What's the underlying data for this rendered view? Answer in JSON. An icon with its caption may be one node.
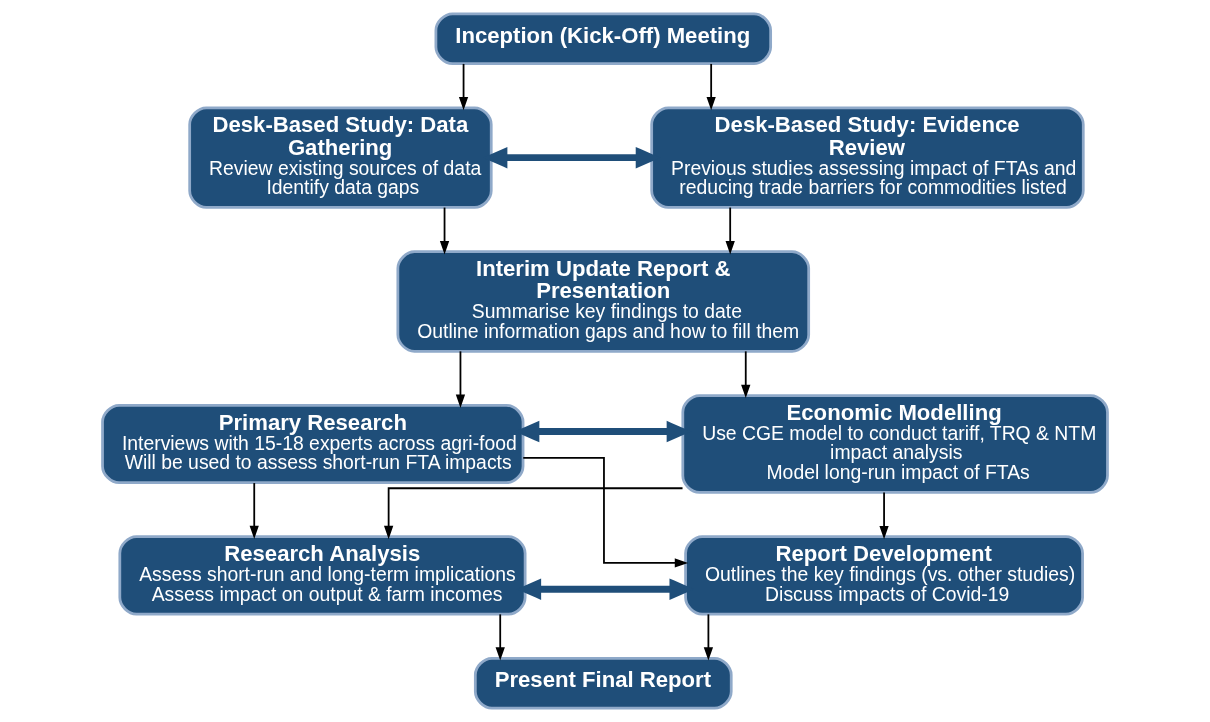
{
  "diagram": {
    "nodes": [
      {
        "text": [
          "Inception (Kick-Off) Meeting"
        ]
      },
      {
        "text": [
          "Desk-Based Study: Data Gathering",
          "Review existing sources of data",
          "Identify data gaps"
        ]
      },
      {
        "text": [
          "Desk-Based Study: Evidence Review",
          "Previous studies assessing impact of FTAs and reducing trade barriers for commodities listed"
        ]
      },
      {
        "text": [
          "Interim Update Report & Presentation",
          "Summarise key findings to date",
          "Outline information gaps and how to fill them"
        ]
      },
      {
        "text": [
          "Primary Research",
          "Interviews with 15-18 experts across agri-food",
          "Will be used to assess short-run FTA impacts"
        ]
      },
      {
        "text": [
          "Economic Modelling",
          "Use CGE model to conduct tariff, TRQ & NTM impact analysis",
          "Model long-run impact of FTAs"
        ]
      },
      {
        "text": [
          "Research Analysis",
          "Assess short-run and long-term implications",
          "Assess impact on output & farm incomes"
        ]
      },
      {
        "text": [
          "Report Development",
          "Outlines the key findings (vs. other studies)",
          "Discuss impacts of Covid-19"
        ]
      },
      {
        "text": [
          "Present Final Report"
        ]
      }
    ],
    "edges": [
      {
        "from": 0,
        "to": 1,
        "arrow": "to"
      },
      {
        "from": 0,
        "to": 2,
        "arrow": "to"
      },
      {
        "from": 1,
        "to": 2,
        "arrow": "both",
        "style": "thick",
        "color": "#1f4e79"
      },
      {
        "from": 1,
        "to": 3,
        "arrow": "to"
      },
      {
        "from": 2,
        "to": 3,
        "arrow": "to"
      },
      {
        "from": 3,
        "to": 4,
        "arrow": "to"
      },
      {
        "from": 3,
        "to": 5,
        "arrow": "to"
      },
      {
        "from": 4,
        "to": 5,
        "arrow": "both",
        "style": "thick",
        "color": "#1f4e79"
      },
      {
        "from": 4,
        "to": 6,
        "arrow": "to"
      },
      {
        "from": 4,
        "to": 7,
        "arrow": "to"
      },
      {
        "from": 5,
        "to": 6,
        "arrow": "to"
      },
      {
        "from": 5,
        "to": 7,
        "arrow": "to"
      },
      {
        "from": 6,
        "to": 7,
        "arrow": "both",
        "style": "thick",
        "color": "#1f4e79"
      },
      {
        "from": 6,
        "to": 8,
        "arrow": "to"
      },
      {
        "from": 7,
        "to": 8,
        "arrow": "to"
      }
    ]
  }
}
